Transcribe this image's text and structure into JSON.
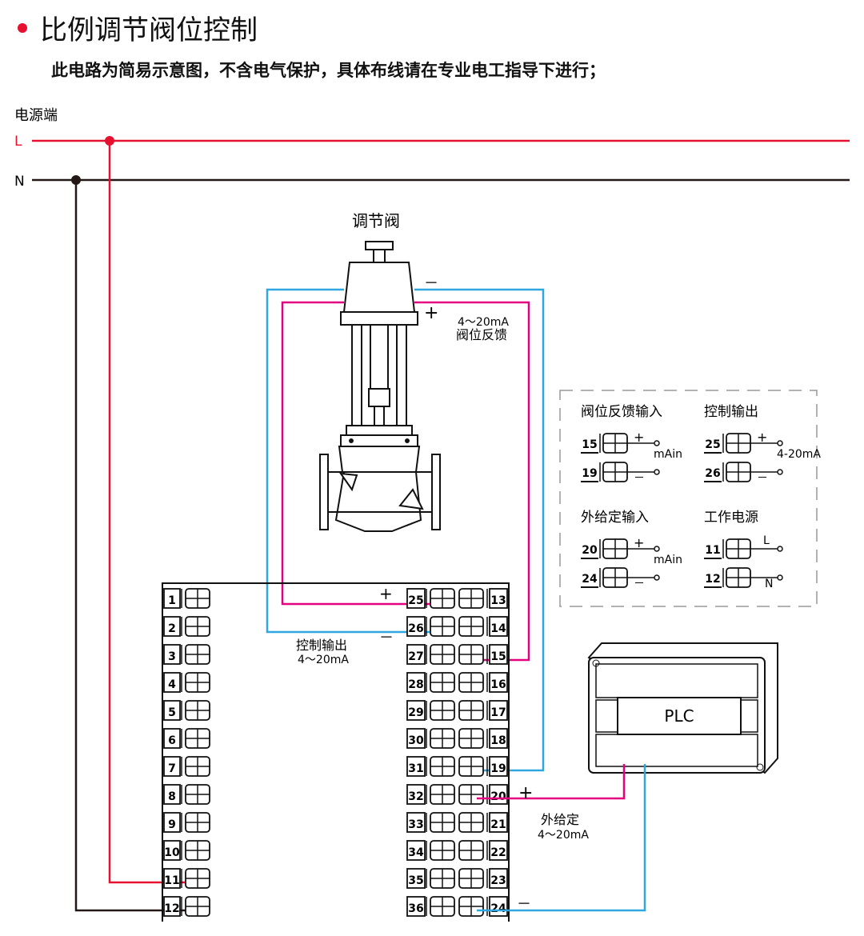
{
  "header": {
    "title": "比例调节阀位控制",
    "subtitle": "此电路为简易示意图，不含电气保护，具体布线请在专业电工指导下进行；"
  },
  "power": {
    "source_label": "电源端",
    "l_label": "L",
    "n_label": "N"
  },
  "valve": {
    "label": "调节阀",
    "minus_label": "－",
    "plus_label": "+",
    "feedback_line1": "4～20mA",
    "feedback_line2": "阀位反馈"
  },
  "controller": {
    "left_terminals": [
      "1",
      "2",
      "3",
      "4",
      "5",
      "6",
      "7",
      "8",
      "9",
      "10",
      "11",
      "12"
    ],
    "mid_terminals": [
      "25",
      "26",
      "27",
      "28",
      "29",
      "30",
      "31",
      "32",
      "33",
      "34",
      "35",
      "36"
    ],
    "right_terminals": [
      "13",
      "14",
      "15",
      "16",
      "17",
      "18",
      "19",
      "20",
      "21",
      "22",
      "23",
      "24"
    ],
    "plus_label": "+",
    "minus_label": "－",
    "output_line1": "控制输出",
    "output_line2": "4～20mA"
  },
  "external_setpoint": {
    "plus_label": "+",
    "minus_label": "－",
    "line1": "外给定",
    "line2": "4～20mA"
  },
  "plc": {
    "label": "PLC"
  },
  "legend": {
    "feedback_input": {
      "title": "阀位反馈输入",
      "t1": "15",
      "t2": "19",
      "plus": "+",
      "minus": "－",
      "unit": "mAin"
    },
    "control_output": {
      "title": "控制输出",
      "t1": "25",
      "t2": "26",
      "plus": "+",
      "minus": "－",
      "unit": "4-20mA"
    },
    "external_input": {
      "title": "外给定输入",
      "t1": "20",
      "t2": "24",
      "plus": "+",
      "minus": "－",
      "unit": "mAin"
    },
    "work_power": {
      "title": "工作电源",
      "t1": "11",
      "t2": "12",
      "l": "L",
      "n": "N"
    }
  },
  "colors": {
    "L": "#e5112e",
    "N": "#231815",
    "pink": "#e4007f",
    "blue": "#2ea7e0"
  }
}
